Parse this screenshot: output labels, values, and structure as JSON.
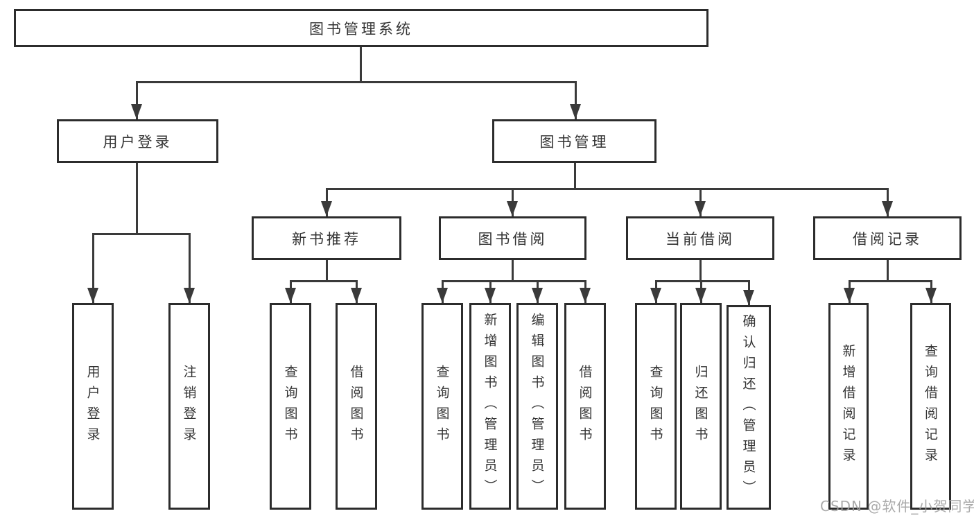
{
  "diagram": {
    "title": "图书管理系统",
    "branches": [
      {
        "label": "用户登录",
        "children": [
          "用户登录",
          "注销登录"
        ]
      },
      {
        "label": "图书管理",
        "children": [
          {
            "label": "新书推荐",
            "children": [
              "查询图书",
              "借阅图书"
            ]
          },
          {
            "label": "图书借阅",
            "children": [
              "查询图书",
              "新增图书（管理员）",
              "编辑图书（管理员）",
              "借阅图书"
            ]
          },
          {
            "label": "当前借阅",
            "children": [
              "查询图书",
              "归还图书",
              "确认归还（管理员）"
            ]
          },
          {
            "label": "借阅记录",
            "children": [
              "新增借阅记录",
              "查询借阅记录"
            ]
          }
        ]
      }
    ]
  },
  "watermark": {
    "text": "CSDN @软件_小贺同学"
  },
  "colors": {
    "background": "#ffffff",
    "box_border": "#2c2c2c",
    "connector": "#3a3a3a",
    "text": "#333333",
    "watermark": "#9e9e9e"
  }
}
